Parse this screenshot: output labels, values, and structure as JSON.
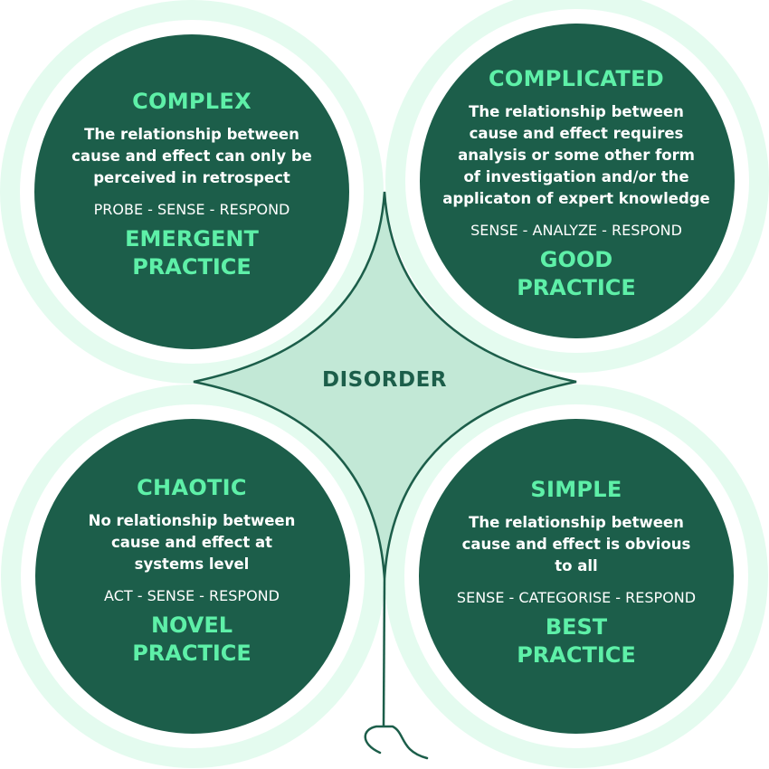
{
  "colors": {
    "dark_green": "#1c5e4a",
    "accent_green": "#5ef0a8",
    "pale_ring": "#e4fbef",
    "disorder_fill": "#c2e8d6",
    "white": "#ffffff"
  },
  "center": {
    "label": "DISORDER"
  },
  "domains": {
    "complex": {
      "title": "COMPLEX",
      "description": [
        "The relationship between",
        "cause and effect can only be",
        "perceived in retrospect"
      ],
      "steps": "PROBE - SENSE - RESPOND",
      "practice": [
        "EMERGENT",
        "PRACTICE"
      ]
    },
    "complicated": {
      "title": "COMPLICATED",
      "description": [
        "The relationship between",
        "cause and effect requires",
        "analysis or some other form",
        "of investigation and/or the",
        "applicaton of expert knowledge"
      ],
      "steps": "SENSE - ANALYZE - RESPOND",
      "practice": [
        "GOOD",
        "PRACTICE"
      ]
    },
    "chaotic": {
      "title": "CHAOTIC",
      "description": [
        "No relationship between",
        "cause and effect at",
        "systems level"
      ],
      "steps": "ACT - SENSE - RESPOND",
      "practice": [
        "NOVEL",
        "PRACTICE"
      ]
    },
    "simple": {
      "title": "SIMPLE",
      "description": [
        "The relationship between",
        "cause and effect is obvious",
        "to all"
      ],
      "steps": "SENSE - CATEGORISE - RESPOND",
      "practice": [
        "BEST",
        "PRACTICE"
      ]
    }
  }
}
